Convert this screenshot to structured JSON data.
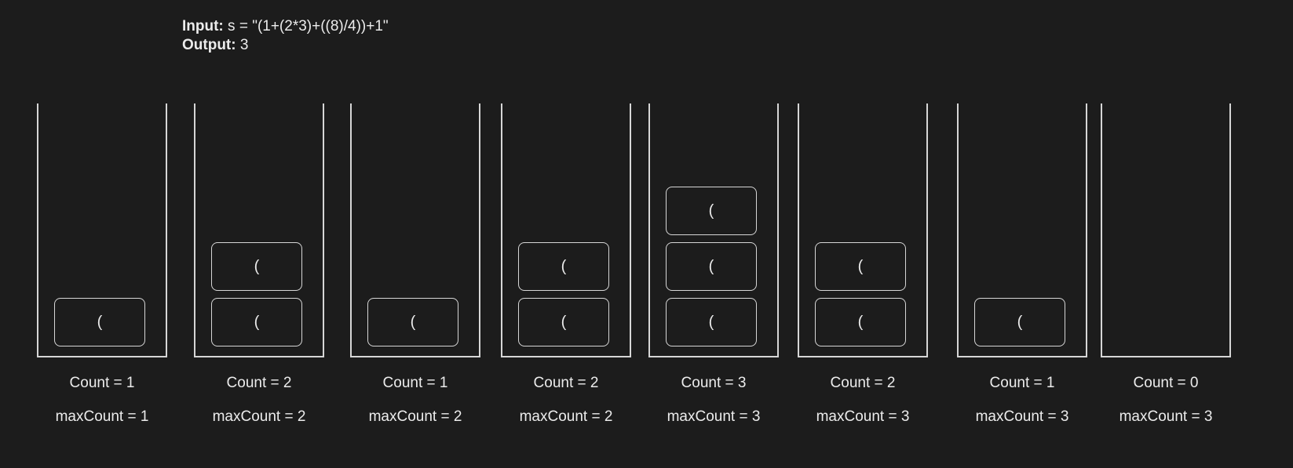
{
  "header": {
    "input_label": "Input:",
    "input_value": " s = \"(1+(2*3)+((8)/4))+1\"",
    "output_label": "Output:",
    "output_value": " 3"
  },
  "stacks": [
    {
      "items": [
        "("
      ],
      "count": "Count = 1",
      "max_count": "maxCount = 1"
    },
    {
      "items": [
        "(",
        "("
      ],
      "count": "Count = 2",
      "max_count": "maxCount = 2"
    },
    {
      "items": [
        "("
      ],
      "count": "Count = 1",
      "max_count": "maxCount = 2"
    },
    {
      "items": [
        "(",
        "("
      ],
      "count": "Count = 2",
      "max_count": "maxCount = 2"
    },
    {
      "items": [
        "(",
        "(",
        "("
      ],
      "count": "Count = 3",
      "max_count": "maxCount = 3"
    },
    {
      "items": [
        "(",
        "("
      ],
      "count": "Count = 2",
      "max_count": "maxCount = 3"
    },
    {
      "items": [
        "("
      ],
      "count": "Count = 1",
      "max_count": "maxCount = 3"
    },
    {
      "items": [],
      "count": "Count = 0",
      "max_count": "maxCount = 3"
    }
  ]
}
